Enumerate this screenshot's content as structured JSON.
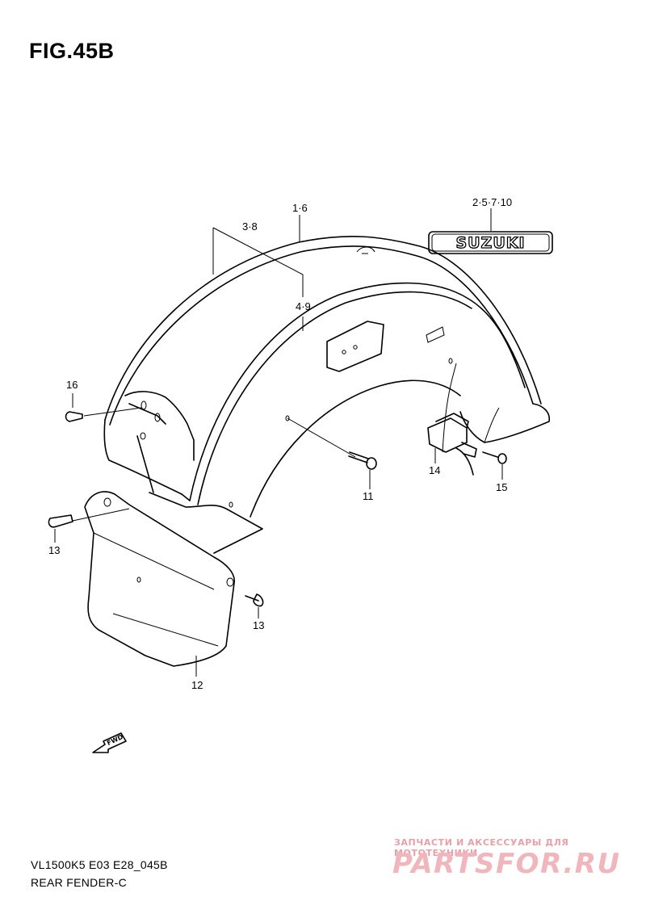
{
  "figure": {
    "title": "FIG.45B"
  },
  "callouts": {
    "c_1_6": "1·6",
    "c_3_8": "3·8",
    "c_4_9": "4·9",
    "c_2_5_7_10": "2·5·7·10",
    "c_11": "11",
    "c_12": "12",
    "c_13a": "13",
    "c_13b": "13",
    "c_14": "14",
    "c_15": "15",
    "c_16": "16"
  },
  "emblem": {
    "text": "SUZUKI"
  },
  "fwd_arrow": {
    "text": "FWD"
  },
  "footer": {
    "model": "VL1500K5 E03 E28_045B",
    "section": "REAR FENDER-C"
  },
  "watermark": {
    "tagline": "ЗАПЧАСТИ И АКСЕССУАРЫ ДЛЯ МОТОТЕХНИКИ",
    "brand": "PARTSFOR.RU"
  }
}
